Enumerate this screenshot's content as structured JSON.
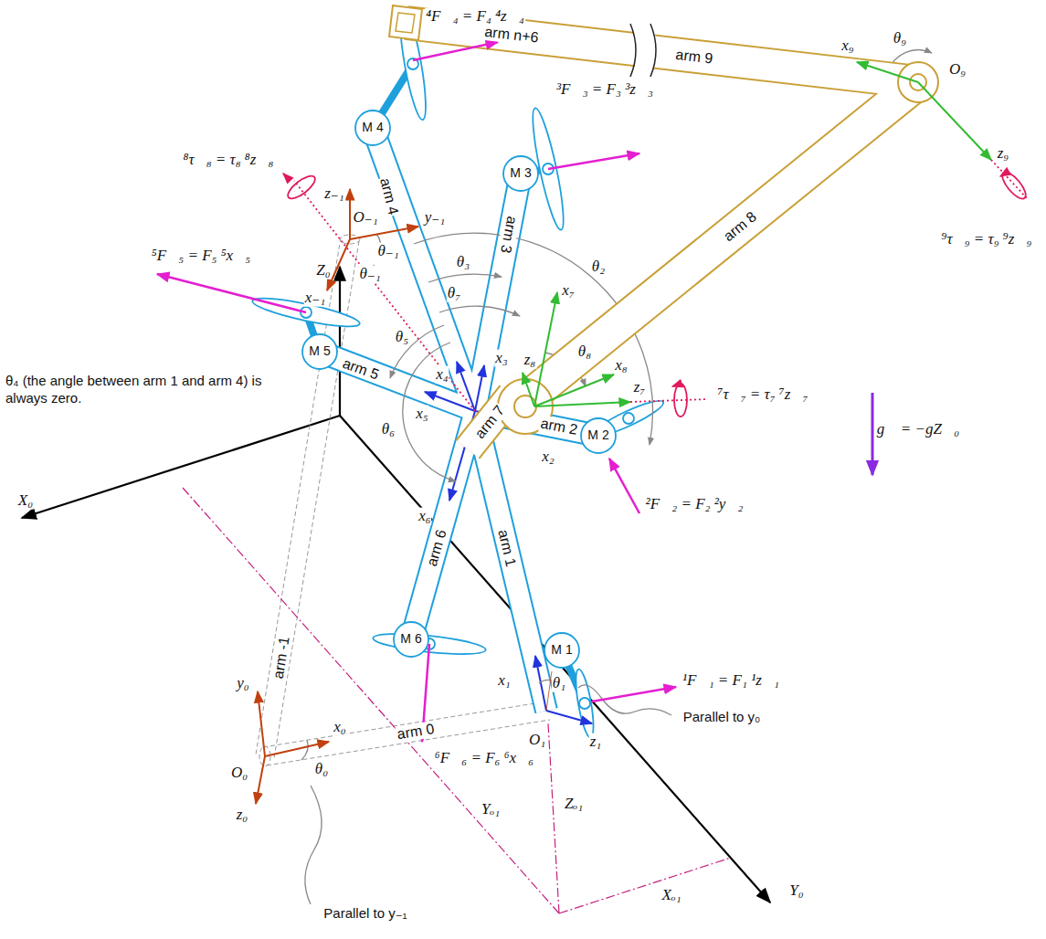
{
  "diagram": {
    "labels": [
      "⁴F⃗₄ = F₄ ⁴z⃗₄",
      "³F⃗₃ = F₃ ³z⃗₃",
      "⁸τ⃗₈ = τ₈ ⁸z⃗₈",
      "⁵F⃗₅ = F₅ ⁵x⃗₅",
      "⁷τ⃗₇ = τ₇ ⁷z⃗₇",
      "²F⃗₂ = F₂ ²y⃗₂",
      "¹F⃗₁ = F₁ ¹z⃗₁",
      "⁶F⃗₆ = F₆ ⁶x⃗₆",
      "⁹τ⃗₉ = τ₉ ⁹z⃗₉",
      "g⃗ = −gZ⃗₀",
      "θ₄ (the angle between arm 1 and arm 4) is always zero.",
      "arm n+6",
      "arm 9",
      "arm 8",
      "arm 4",
      "arm 3",
      "arm 5",
      "arm 7",
      "arm 2",
      "arm 6",
      "arm 1",
      "arm 0",
      "arm -1",
      "M 4",
      "M 3",
      "M 5",
      "M 2",
      "M 6",
      "M 1",
      "θ₉",
      "O₉",
      "x₉",
      "z₉",
      "θ₃",
      "θ₇",
      "θ₂",
      "θ₅",
      "θ₈",
      "x₇",
      "x₈",
      "z₈",
      "z₇",
      "x₄",
      "x₃",
      "x₅",
      "x₂",
      "θ₆",
      "x₆",
      "θ₁",
      "x₁",
      "z₁",
      "O₁",
      "Z₀",
      "z₋₁",
      "O₋₁",
      "y₋₁",
      "θ₋₁",
      "θ₋₁",
      "x₋₁",
      "X₀",
      "Y₀",
      "y₀",
      "x₀",
      "θ₀",
      "O₀",
      "z₀",
      "Yₒ₁",
      "Zₒ₁",
      "Xₒ₁",
      "Parallel to y₀",
      "Parallel to y₋₁"
    ]
  }
}
